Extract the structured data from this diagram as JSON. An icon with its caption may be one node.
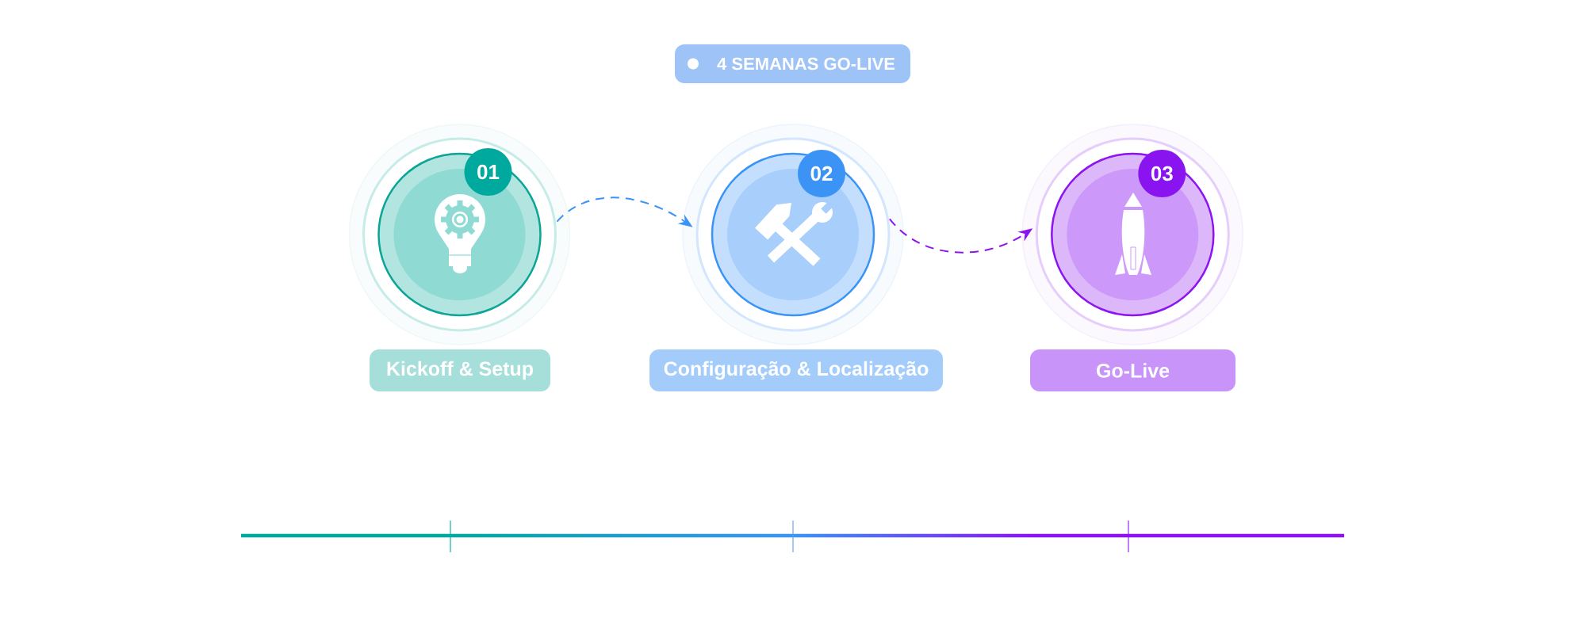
{
  "diagram": {
    "nodes": [
      {
        "text": [
          "4 SEMANAS GO-LIVE"
        ]
      },
      {
        "text": [],
        "shape": "circle"
      },
      {
        "text": [
          "01"
        ],
        "in": 1
      },
      {
        "text": [
          "Kickoff & Setup"
        ]
      },
      {
        "text": [],
        "shape": "circle"
      },
      {
        "text": [
          "02"
        ],
        "in": 4
      },
      {
        "text": [
          "Configuração & Localização"
        ]
      },
      {
        "text": [],
        "shape": "circle"
      },
      {
        "text": [
          "03"
        ],
        "in": 7
      },
      {
        "text": [
          "Go-Live"
        ]
      }
    ],
    "edges": [
      {
        "from": 1,
        "to": 4,
        "arrow": "to",
        "style": "dashed",
        "color": "#3b94f5"
      },
      {
        "from": 4,
        "to": 7,
        "arrow": "to",
        "style": "dashed",
        "color": "#8b14f0"
      }
    ]
  }
}
